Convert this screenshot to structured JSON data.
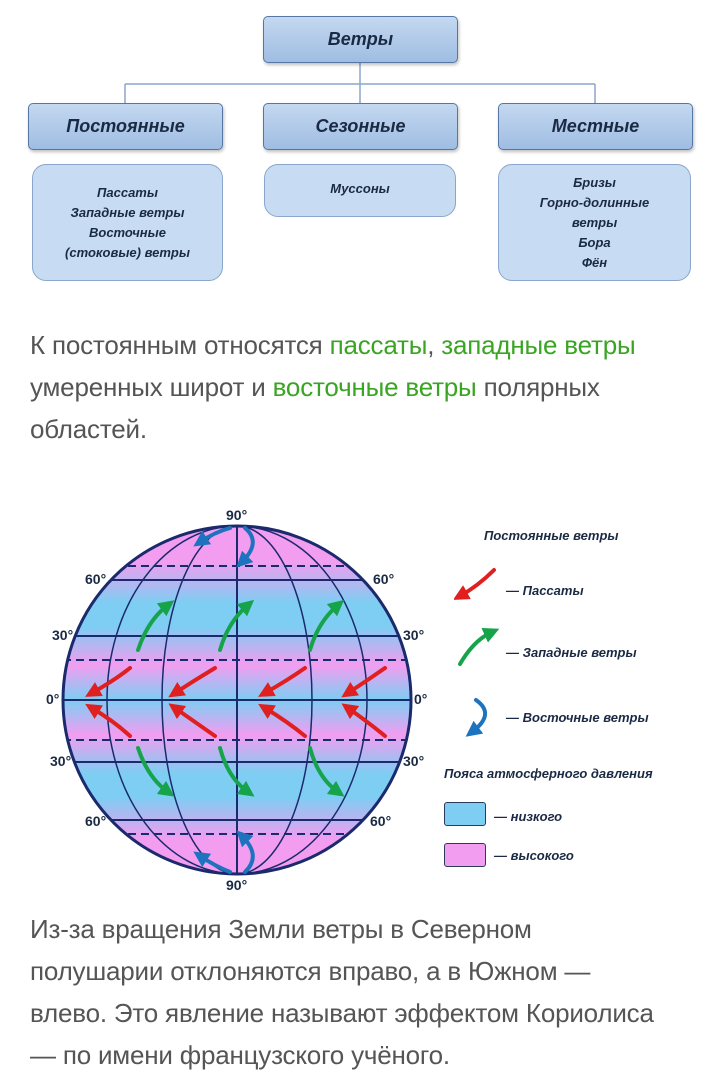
{
  "hierarchy": {
    "root": "Ветры",
    "categories": [
      {
        "label": "Постоянные",
        "items": [
          "Пассаты",
          "Западные ветры",
          "Восточные",
          "(стоковые) ветры"
        ]
      },
      {
        "label": "Сезонные",
        "items": [
          "Муссоны"
        ]
      },
      {
        "label": "Местные",
        "items": [
          "Бризы",
          "Горно-долинные",
          "ветры",
          "Бора",
          "Фён"
        ]
      }
    ]
  },
  "paragraph1": {
    "t1": "К постоянным относятся ",
    "h1": "пассаты",
    "t2": ", ",
    "h2": "западные ветры",
    "t3": " умеренных широт и ",
    "h3": "восточные ветры",
    "t4": " полярных областей."
  },
  "globe": {
    "latitude_labels": {
      "north_pole": "90°",
      "south_pole": "90°",
      "n60_left": "60°",
      "n60_right": "60°",
      "n30_left": "30°",
      "n30_right": "30°",
      "equator_left": "0°",
      "equator_right": "0°",
      "s30_left": "30°",
      "s30_right": "30°",
      "s60_left": "60°",
      "s60_right": "60°"
    },
    "colors": {
      "low_pressure": "#7ecdf2",
      "high_pressure": "#f29df0",
      "trade_winds": "#e02020",
      "westerlies": "#16a34a",
      "easterlies": "#1e73be"
    }
  },
  "legend": {
    "permanent_title": "Постоянные ветры",
    "trade_winds": "— Пассаты",
    "westerlies": "— Западные ветры",
    "easterlies": "— Восточные ветры",
    "pressure_title": "Пояса атмосферного давления",
    "low": "— низкого",
    "high": "— высокого"
  },
  "paragraph2": {
    "text": "Из-за вращения Земли ветры в Северном полушарии отклоняются вправо, а в Южном — влево. Это явление называют эффектом Кориолиса — по имени французского учёного."
  }
}
